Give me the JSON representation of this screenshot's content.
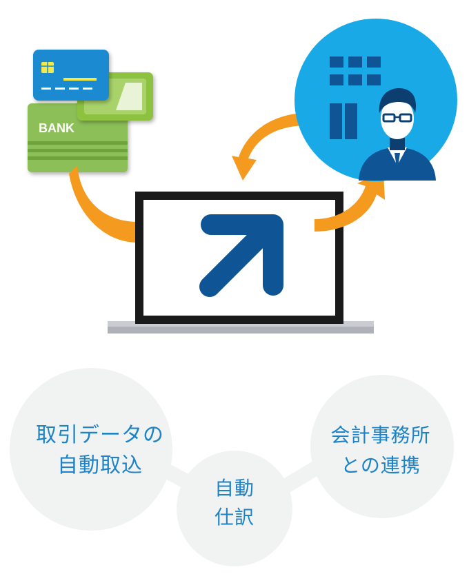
{
  "illustration": {
    "bank_card_label": "BANK",
    "colors": {
      "orange_arrow": "#f39a1f",
      "blue_circle": "#18a9e6",
      "navy": "#0f5596",
      "card_blue": "#1f8ad0",
      "card_green": "#8cc23f",
      "bank_green": "#8dbf59",
      "bubble_gray": "#f1f2f2",
      "text_blue": "#1d83c6"
    },
    "icons": [
      "credit-card-icon",
      "bank-book-icon",
      "laptop-icon",
      "up-right-arrow-icon",
      "office-building-icon",
      "businessman-icon"
    ]
  },
  "features": [
    {
      "line1": "取引データの",
      "line2": "自動取込"
    },
    {
      "line1": "自動",
      "line2": "仕訳"
    },
    {
      "line1": "会計事務所",
      "line2": "との連携"
    }
  ]
}
